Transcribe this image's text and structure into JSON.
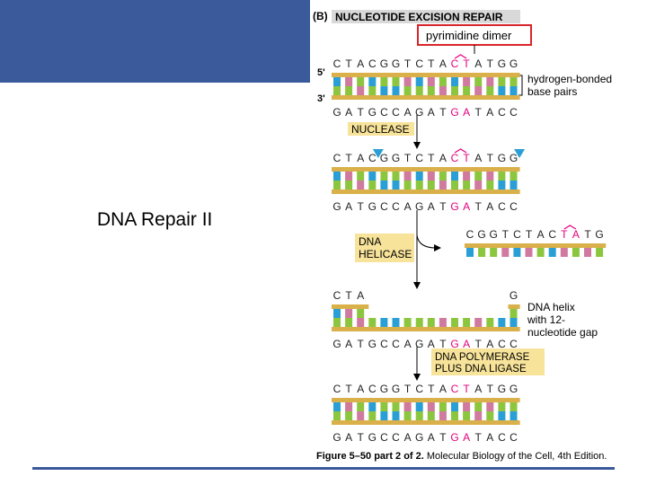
{
  "slide": {
    "title": "DNA Repair II"
  },
  "figure": {
    "panel_letter": "(B)",
    "panel_title": "NUCLEOTIDE EXCISION REPAIR",
    "lesion_callout": "pyrimidine dimer",
    "five_prime": "5'",
    "three_prime": "3'",
    "hbond_label_1": "hydrogen-bonded",
    "hbond_label_2": "base pairs",
    "nuclease_label": "NUCLEASE",
    "helicase_label_1": "DNA",
    "helicase_label_2": "HELICASE",
    "gap_label_1": "DNA helix",
    "gap_label_2": "with 12-",
    "gap_label_3": "nucleotide gap",
    "polymerase_label_1": "DNA POLYMERASE",
    "polymerase_label_2": "PLUS DNA LIGASE",
    "top_strand": [
      "C",
      "T",
      "A",
      "C",
      "G",
      "G",
      "T",
      "C",
      "T",
      "A",
      "C",
      "T",
      "A",
      "T",
      "G",
      "G"
    ],
    "bottom_strand": [
      "G",
      "A",
      "T",
      "G",
      "C",
      "C",
      "A",
      "G",
      "A",
      "T",
      "G",
      "A",
      "T",
      "A",
      "C",
      "C"
    ],
    "excised_fragment": [
      "C",
      "G",
      "G",
      "T",
      "C",
      "T",
      "A",
      "C",
      "T",
      "A",
      "T",
      "G"
    ],
    "gap_top_left": [
      "C",
      "T",
      "A"
    ],
    "gap_top_right": [
      "G"
    ],
    "caption_bold": "Figure 5–50 part 2 of 2.",
    "caption_rest": " Molecular Biology of the Cell, 4th Edition.",
    "colors": {
      "backbone": "#d9b04a",
      "base_blue": "#2a9fd6",
      "base_green": "#8cc63f",
      "base_pink": "#d07aa0",
      "dimer_red": "#e5007e",
      "label_bg": "#f7e39a",
      "callout_red": "#d8262a",
      "banner": "#3a5a9c"
    }
  }
}
